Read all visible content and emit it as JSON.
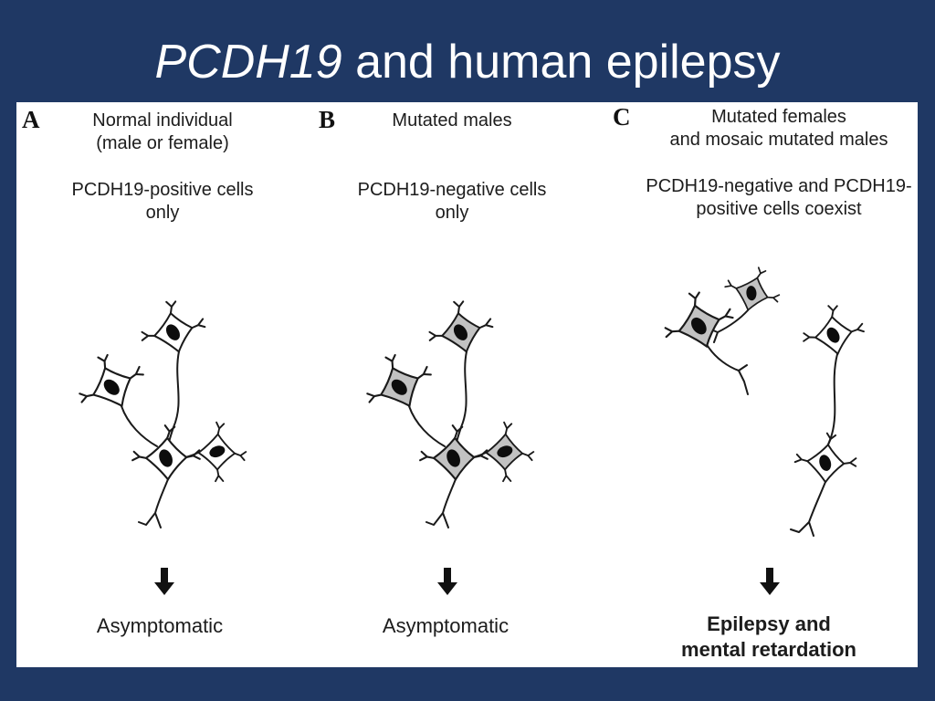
{
  "slide": {
    "title": {
      "italic_part": "PCDH19",
      "regular_part": " and human epilepsy"
    },
    "colors": {
      "background": "#1f3864",
      "panel_background": "#ffffff",
      "title_text": "#ffffff",
      "figure_text": "#1c1c1c",
      "positive_cell_fill": "#ffffff",
      "negative_cell_fill": "#c2c2c2",
      "cell_outline": "#1a1a1a",
      "arrow": "#111111"
    }
  },
  "figure": {
    "panels": [
      {
        "letter": "A",
        "condition": "Normal individual\n(male or female)",
        "cell_composition": "PCDH19-positive cells\nonly",
        "outcome": "Asymptomatic",
        "outcome_bold": false,
        "neuron_types": [
          "positive",
          "positive",
          "positive",
          "positive"
        ]
      },
      {
        "letter": "B",
        "condition": "Mutated males",
        "cell_composition": "PCDH19-negative cells\nonly",
        "outcome": "Asymptomatic",
        "outcome_bold": false,
        "neuron_types": [
          "negative",
          "negative",
          "negative",
          "negative"
        ]
      },
      {
        "letter": "C",
        "condition": "Mutated females\nand mosaic mutated males",
        "cell_composition": "PCDH19-negative and PCDH19-\npositive cells coexist",
        "outcome": "Epilepsy and\nmental retardation",
        "outcome_bold": true,
        "neuron_types": [
          "negative",
          "negative",
          "positive",
          "positive"
        ]
      }
    ]
  }
}
